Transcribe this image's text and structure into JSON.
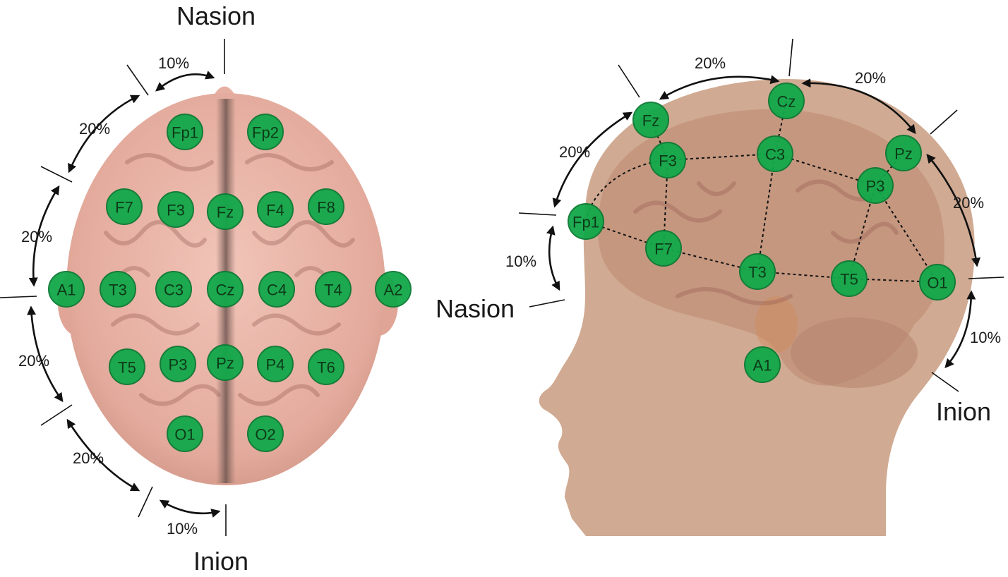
{
  "colors": {
    "skin": "#e6b2a6",
    "brain_side": "#c89a80",
    "electrode": "#12a84a",
    "electrode_edge": "#0b7a34",
    "text": "#1a1a1a"
  },
  "top_view": {
    "nasion_label": "Nasion",
    "inion_label": "Inion",
    "percent_labels": [
      "10%",
      "20%",
      "20%",
      "20%",
      "20%",
      "10%"
    ],
    "electrodes": [
      "Fp1",
      "Fp2",
      "F7",
      "F3",
      "Fz",
      "F4",
      "F8",
      "A1",
      "T3",
      "C3",
      "Cz",
      "C4",
      "T4",
      "A2",
      "T5",
      "P3",
      "Pz",
      "P4",
      "T6",
      "O1",
      "O2"
    ]
  },
  "side_view": {
    "nasion_label": "Nasion",
    "inion_label": "Inion",
    "percent_labels": [
      "20%",
      "20%",
      "20%",
      "10%",
      "20%",
      "10%"
    ],
    "electrodes": [
      "Fz",
      "Cz",
      "Pz",
      "F3",
      "C3",
      "P3",
      "Fp1",
      "F7",
      "T3",
      "T5",
      "O1",
      "A1"
    ]
  }
}
